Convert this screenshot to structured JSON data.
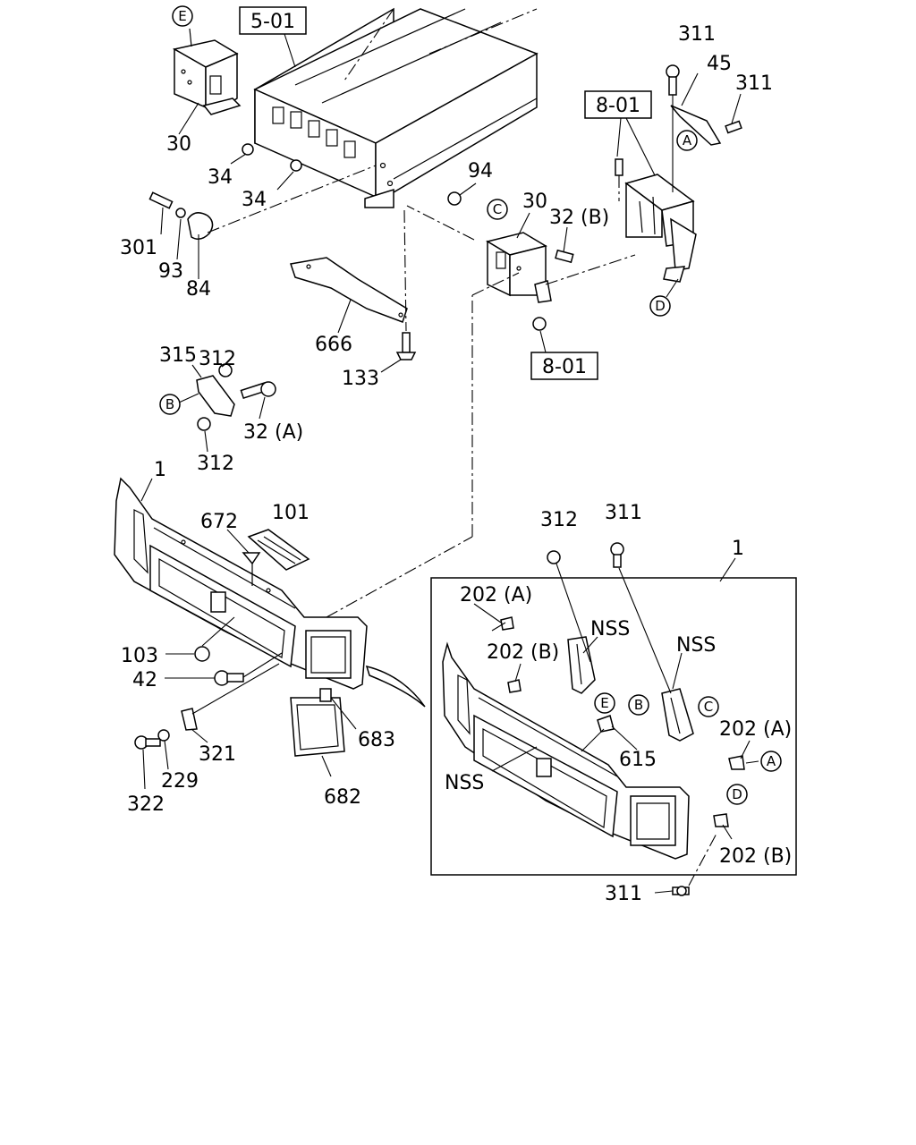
{
  "refs": {
    "frame": "5-01",
    "bracket_upper": "8-01",
    "bracket_lower": "8-01"
  },
  "markers": {
    "e_top": "E",
    "c_bracket": "C",
    "b_stay": "B",
    "a_upper": "A",
    "d_upper": "D",
    "e_inset": "E",
    "b_inset": "B",
    "c_inset": "C",
    "a_inset": "A",
    "d_inset": "D"
  },
  "labels": {
    "p30_left": "30",
    "p34_a": "34",
    "p34_b": "34",
    "p94": "94",
    "p30_right": "30",
    "p32b": "32 (B)",
    "p311_top": "311",
    "p45": "45",
    "p311_right": "311",
    "p301": "301",
    "p93": "93",
    "p84": "84",
    "p666": "666",
    "p133": "133",
    "p312_a": "312",
    "p315": "315",
    "p32a": "32 (A)",
    "p312_b": "312",
    "p1_main": "1",
    "p672": "672",
    "p101": "101",
    "p103": "103",
    "p42": "42",
    "p321": "321",
    "p229": "229",
    "p322": "322",
    "p683": "683",
    "p682": "682",
    "p312_inset": "312",
    "p311_inset": "311",
    "p1_inset": "1",
    "p202a_inset_top": "202 (A)",
    "nss_1": "NSS",
    "p202b_inset_top": "202 (B)",
    "nss_2": "NSS",
    "p202a_inset_right": "202 (A)",
    "p615": "615",
    "nss_3": "NSS",
    "p202b_inset_right": "202 (B)",
    "p311_bottom": "311"
  }
}
